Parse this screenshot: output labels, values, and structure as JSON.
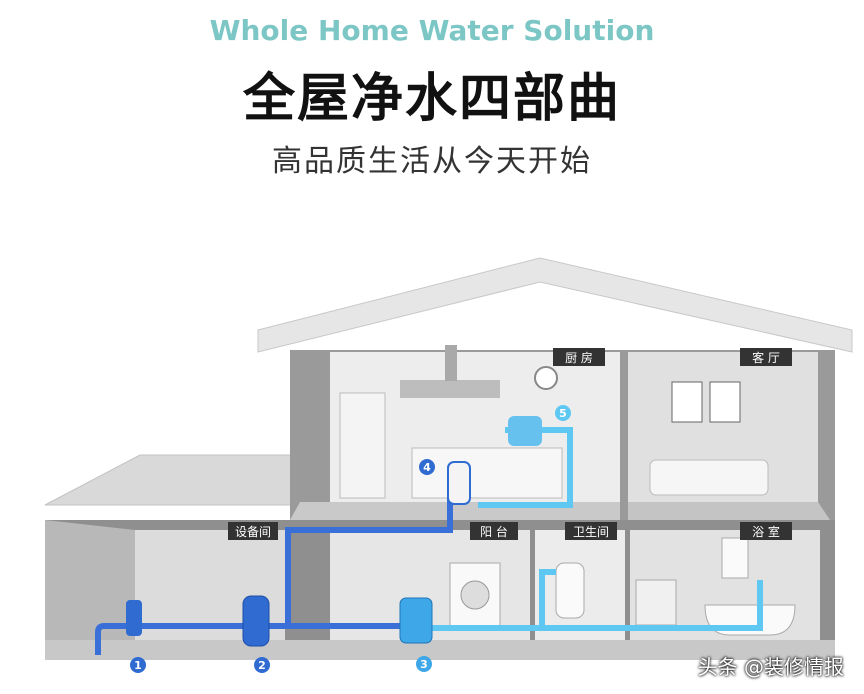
{
  "header": {
    "eyebrow": "Whole Home Water Solution",
    "title": "全屋净水四部曲",
    "subtitle": "高品质生活从今天开始"
  },
  "rooms": {
    "kitchen": "厨 房",
    "living_room": "客 厅",
    "equipment_room": "设备间",
    "balcony": "阳 台",
    "toilet": "卫生间",
    "bathroom": "浴 室"
  },
  "markers": [
    "1",
    "2",
    "3",
    "4",
    "5"
  ],
  "watermark": "头条 @装修情报",
  "colors": {
    "accent_teal": "#7cc7c6",
    "pipe_dark": "#3a6fd8",
    "pipe_light": "#5ec8f2",
    "house_gray": "#8a8a8a",
    "tag_bg": "#333333"
  }
}
